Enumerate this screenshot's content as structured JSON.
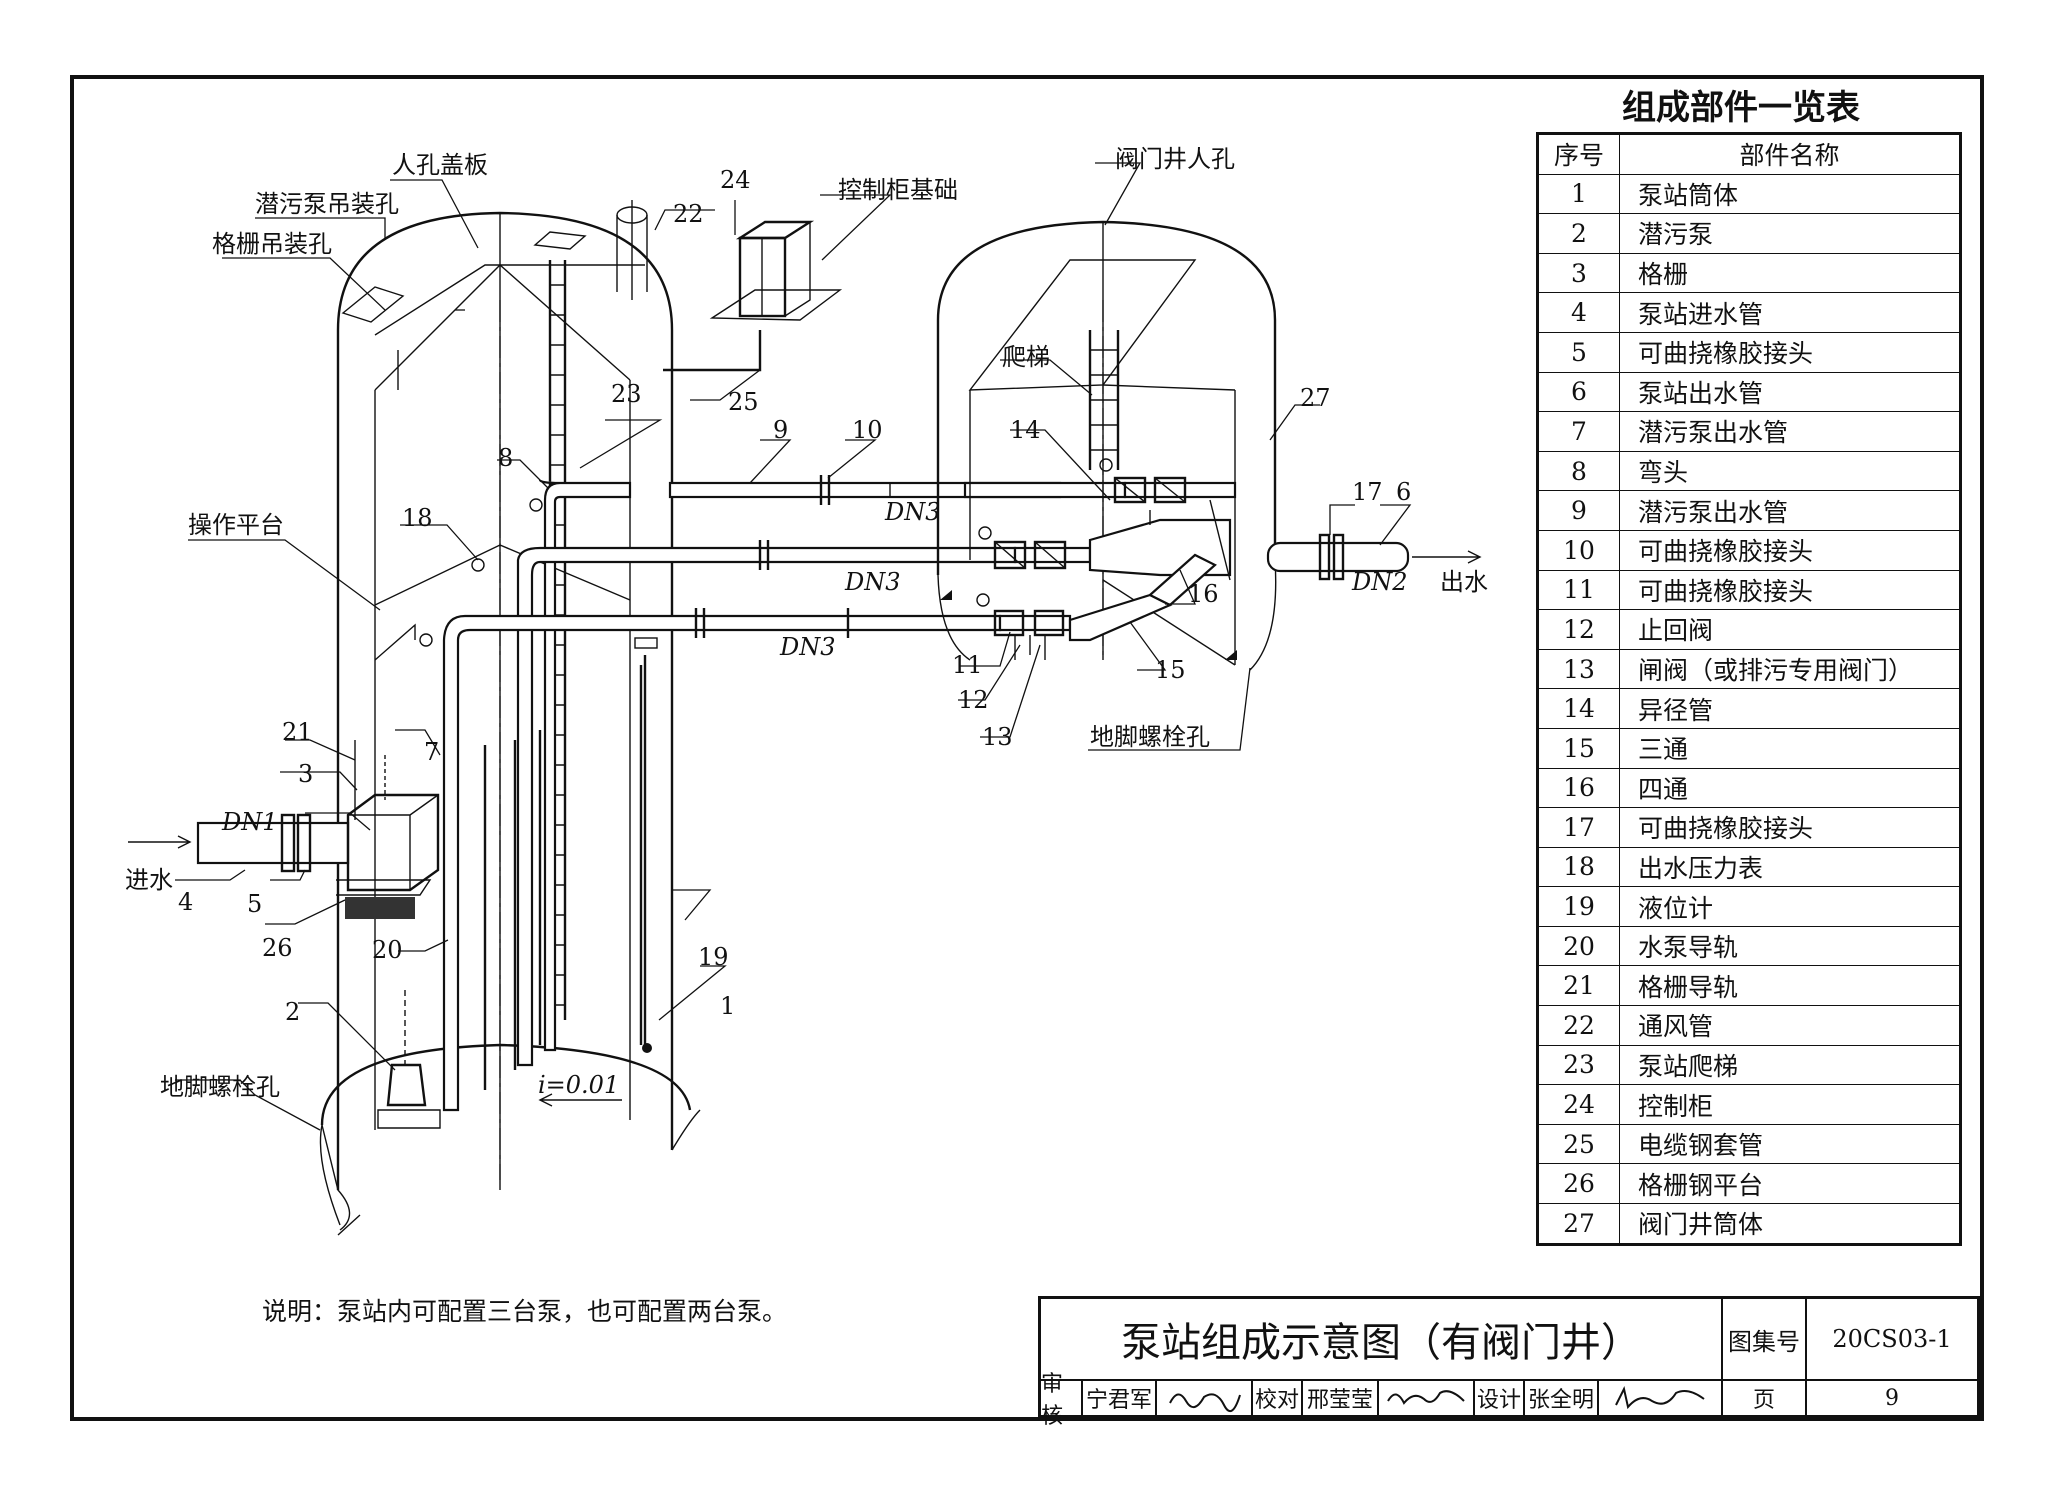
{
  "diagram": {
    "labels": {
      "manhole_cover": "人孔盖板",
      "pump_lift_hole": "潜污泵吊装孔",
      "grille_lift_hole": "格栅吊装孔",
      "control_base": "控制柜基础",
      "valve_manhole": "阀门井人孔",
      "ladder": "爬梯",
      "platform": "操作平台",
      "anchor_hole_left": "地脚螺栓孔",
      "anchor_hole_right": "地脚螺栓孔",
      "inlet": "进水",
      "outlet": "出水",
      "slope": "i=0.01"
    },
    "dn": {
      "dn1": "DN1",
      "dn2": "DN2",
      "dn3": "DN3"
    },
    "callouts": [
      "1",
      "2",
      "3",
      "4",
      "5",
      "6",
      "7",
      "8",
      "9",
      "10",
      "11",
      "12",
      "13",
      "14",
      "15",
      "16",
      "17",
      "18",
      "19",
      "20",
      "21",
      "22",
      "23",
      "24",
      "25",
      "26",
      "27"
    ]
  },
  "table": {
    "title": "组成部件一览表",
    "headers": [
      "序号",
      "部件名称"
    ],
    "rows": [
      [
        "1",
        "泵站筒体"
      ],
      [
        "2",
        "潜污泵"
      ],
      [
        "3",
        "格栅"
      ],
      [
        "4",
        "泵站进水管"
      ],
      [
        "5",
        "可曲挠橡胶接头"
      ],
      [
        "6",
        "泵站出水管"
      ],
      [
        "7",
        "潜污泵出水管"
      ],
      [
        "8",
        "弯头"
      ],
      [
        "9",
        "潜污泵出水管"
      ],
      [
        "10",
        "可曲挠橡胶接头"
      ],
      [
        "11",
        "可曲挠橡胶接头"
      ],
      [
        "12",
        "止回阀"
      ],
      [
        "13",
        "闸阀（或排污专用阀门）"
      ],
      [
        "14",
        "异径管"
      ],
      [
        "15",
        "三通"
      ],
      [
        "16",
        "四通"
      ],
      [
        "17",
        "可曲挠橡胶接头"
      ],
      [
        "18",
        "出水压力表"
      ],
      [
        "19",
        "液位计"
      ],
      [
        "20",
        "水泵导轨"
      ],
      [
        "21",
        "格栅导轨"
      ],
      [
        "22",
        "通风管"
      ],
      [
        "23",
        "泵站爬梯"
      ],
      [
        "24",
        "控制柜"
      ],
      [
        "25",
        "电缆钢套管"
      ],
      [
        "26",
        "格栅钢平台"
      ],
      [
        "27",
        "阀门井筒体"
      ]
    ]
  },
  "note": "说明：泵站内可配置三台泵，也可配置两台泵。",
  "title_block": {
    "title": "泵站组成示意图（有阀门井）",
    "atlas_label": "图集号",
    "atlas_no": "20CS03-1",
    "review_label": "审核",
    "reviewer": "宁君军",
    "check_label": "校对",
    "checker": "邢莹莹",
    "design_label": "设计",
    "designer": "张全明",
    "page_label": "页",
    "page_no": "9"
  }
}
